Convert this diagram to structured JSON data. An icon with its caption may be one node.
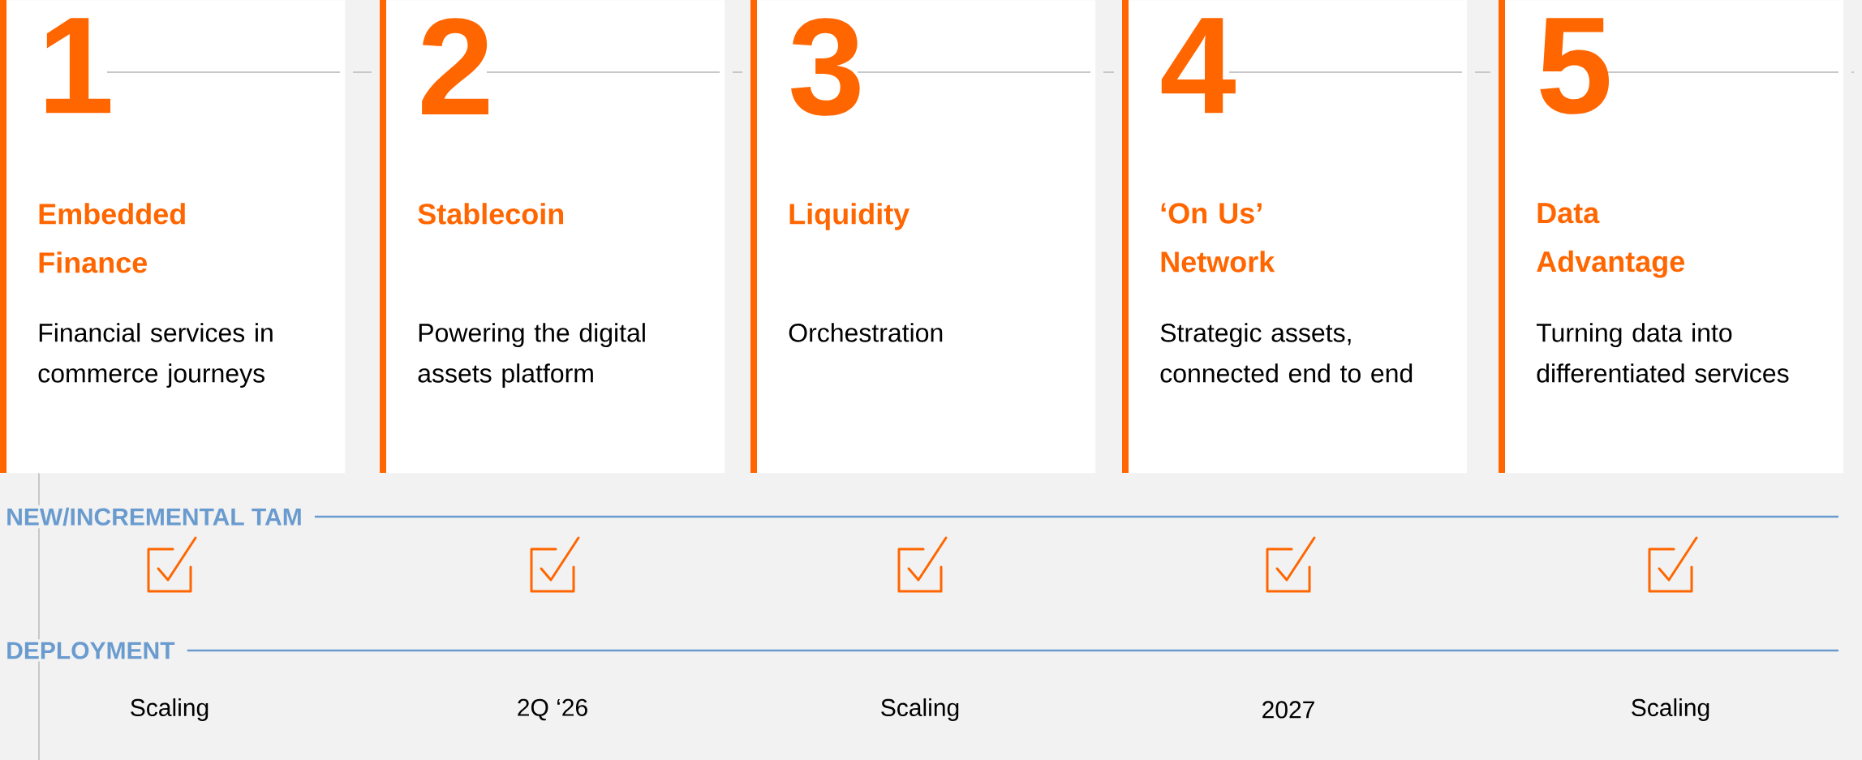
{
  "diagram": {
    "nodes": [
      {
        "text": [
          "1",
          "Embedded Finance",
          "Financial services in commerce journeys"
        ]
      },
      {
        "text": [
          "2",
          "Stablecoin",
          "Powering the digital assets platform"
        ]
      },
      {
        "text": [
          "3",
          "Liquidity",
          "Orchestration"
        ]
      },
      {
        "text": [
          "4",
          "‘On Us’ Network",
          "Strategic assets, connected end to end"
        ]
      },
      {
        "text": [
          "5",
          "Data Advantage",
          "Turning data into differentiated services"
        ]
      }
    ],
    "labels": [
      "NEW/INCREMENTAL TAM",
      "DEPLOYMENT",
      "Scaling",
      "2Q ‘26",
      "Scaling",
      "2027",
      "Scaling"
    ]
  }
}
